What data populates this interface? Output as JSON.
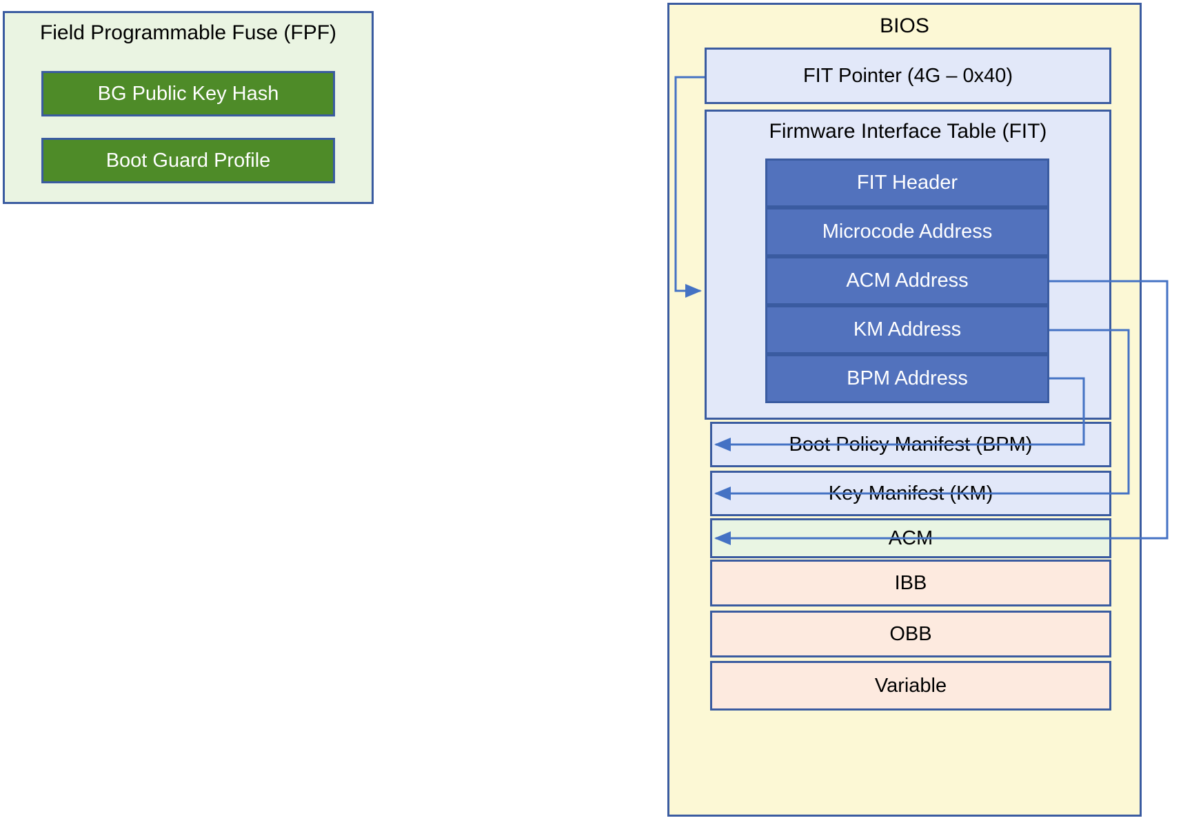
{
  "fpf": {
    "title": "Field Programmable Fuse (FPF)",
    "items": [
      {
        "label": "BG Public Key Hash"
      },
      {
        "label": "Boot Guard Profile"
      }
    ]
  },
  "bios": {
    "title": "BIOS",
    "fit_pointer": {
      "label": "FIT Pointer (4G – 0x40)"
    },
    "fit": {
      "title": "Firmware Interface Table (FIT)",
      "entries": [
        {
          "label": "FIT Header"
        },
        {
          "label": "Microcode Address"
        },
        {
          "label": "ACM Address"
        },
        {
          "label": "KM Address"
        },
        {
          "label": "BPM Address"
        }
      ]
    },
    "regions": [
      {
        "label": "Boot Policy Manifest (BPM)"
      },
      {
        "label": "Key Manifest (KM)"
      },
      {
        "label": "ACM"
      },
      {
        "label": "IBB"
      },
      {
        "label": "OBB"
      },
      {
        "label": "Variable"
      }
    ]
  },
  "colors": {
    "outline": "#3a5ba0",
    "fpf_fill": "#eaf4e2",
    "fpf_item_fill": "#4e8b28",
    "bios_fill": "#fcf8d5",
    "region_fill": "#e2e8f9",
    "fit_entry_fill": "#5272bd",
    "acm_fill": "#e9f5e3",
    "code_fill": "#fdeadf",
    "connector": "#4472c4"
  },
  "connectors": [
    {
      "name": "fit-pointer-to-fit",
      "from": "FIT Pointer (4G – 0x40)",
      "to": "Firmware Interface Table (FIT)"
    },
    {
      "name": "acm-address-to-acm",
      "from": "ACM Address",
      "to": "ACM"
    },
    {
      "name": "km-address-to-km",
      "from": "KM Address",
      "to": "Key Manifest (KM)"
    },
    {
      "name": "bpm-address-to-bpm",
      "from": "BPM Address",
      "to": "Boot Policy Manifest (BPM)"
    }
  ]
}
